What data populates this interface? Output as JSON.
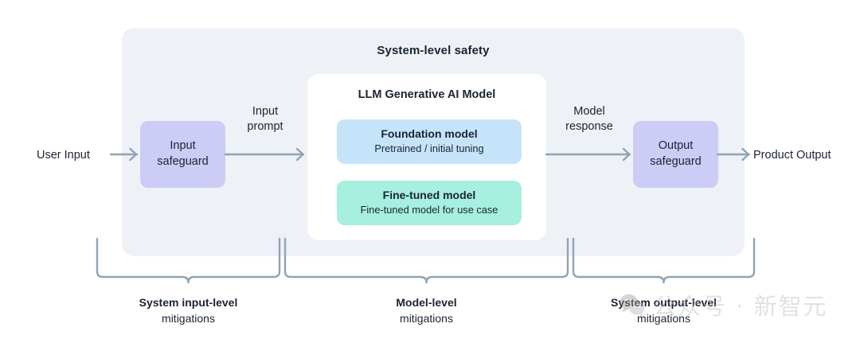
{
  "diagram": {
    "system": {
      "title": "System-level safety"
    },
    "model_container": {
      "title": "LLM Generative AI Model",
      "boxes": [
        {
          "title": "Foundation model",
          "subtitle": "Pretrained / initial tuning",
          "color": "#c5e4f9"
        },
        {
          "title": "Fine-tuned model",
          "subtitle": "Fine-tuned model for use case",
          "color": "#a7efdf"
        }
      ]
    },
    "safeguards": [
      {
        "label": "Input\nsafeguard",
        "line1": "Input",
        "line2": "safeguard",
        "color": "#ccccf7"
      },
      {
        "label": "Output\nsafeguard",
        "line1": "Output",
        "line2": "safeguard",
        "color": "#ccccf7"
      }
    ],
    "endpoints": {
      "input": "User Input",
      "output": "Product Output"
    },
    "flow_labels": [
      {
        "line1": "Input",
        "line2": "prompt"
      },
      {
        "line1": "Model",
        "line2": "response"
      }
    ],
    "brackets": [
      {
        "title": "System input-level",
        "subtitle": "mitigations"
      },
      {
        "title": "Model-level",
        "subtitle": "mitigations"
      },
      {
        "title": "System output-level",
        "subtitle": "mitigations"
      }
    ],
    "colors": {
      "panel_bg": "#eef2f6",
      "model_bg": "#ffffff",
      "safeguard": "#ccccf7",
      "foundation": "#c5e4f9",
      "finetuned": "#a7efdf",
      "stroke": "#90a4b5",
      "text": "#1b2432"
    },
    "watermark": {
      "text": "公众号 · 新智元",
      "icon": "wechat-icon"
    }
  }
}
